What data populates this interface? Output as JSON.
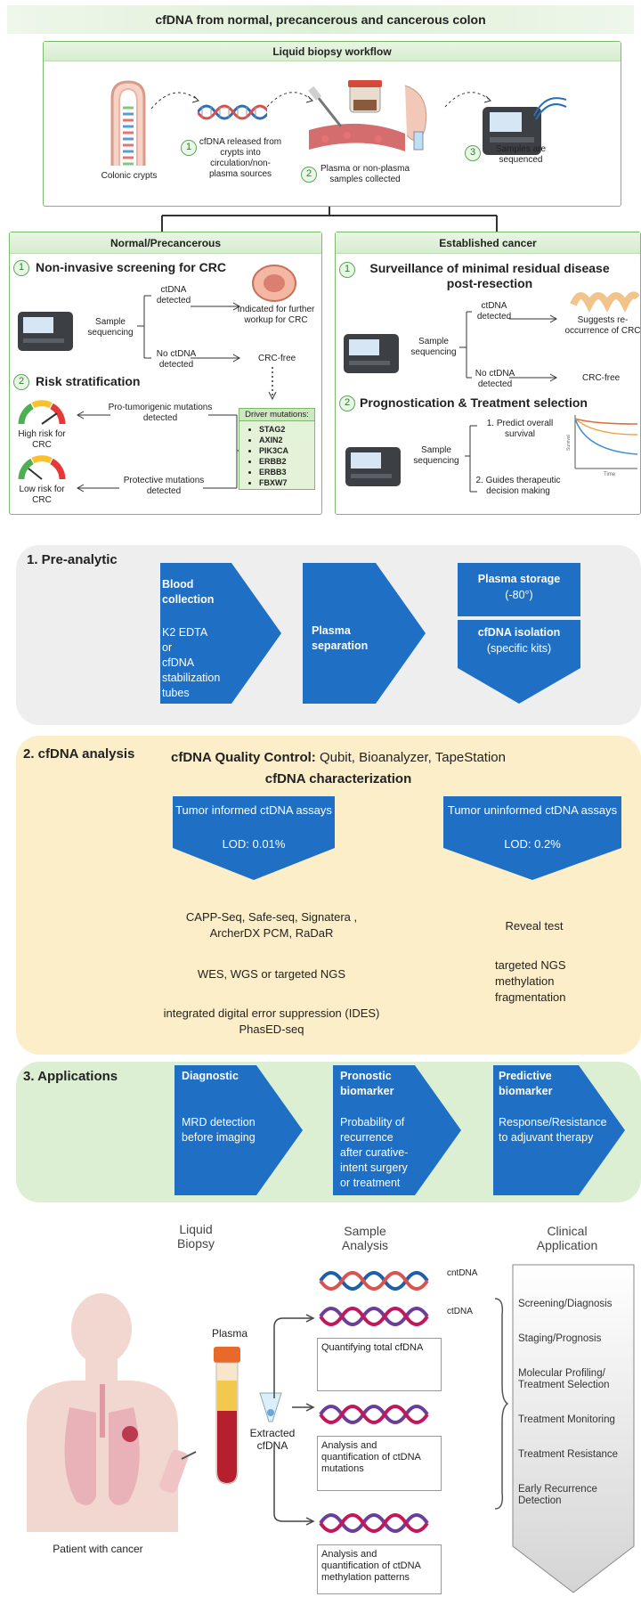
{
  "top": {
    "title": "cfDNA from normal, precancerous and cancerous colon",
    "workflow_title": "Liquid biopsy workflow",
    "colonic_crypts": "Colonic crypts",
    "step1": "cfDNA released from crypts into circulation/non-plasma sources",
    "step2": "Plasma or non-plasma samples collected",
    "step3": "Samples are sequenced",
    "n1": "1",
    "n2": "2",
    "n3": "3",
    "left_head": "Normal/Precancerous",
    "right_head": "Established cancer",
    "nis": "Non-invasive screening for CRC",
    "sample_seq": "Sample sequencing",
    "ctdna_detected": "ctDNA detected",
    "indicated": "Indicated for further workup for CRC",
    "no_ctdna": "No ctDNA detected",
    "crc_free": "CRC-free",
    "risk": "Risk stratification",
    "pro_tumor": "Pro-tumorigenic mutations detected",
    "protective": "Protective mutations detected",
    "high_risk": "High risk for CRC",
    "low_risk": "Low risk for CRC",
    "driver_title": "Driver mutations:",
    "drivers": [
      "STAG2",
      "AXIN2",
      "PIK3CA",
      "ERBB2",
      "ERBB3",
      "FBXW7"
    ],
    "surv": "Surveillance of minimal residual disease post-resection",
    "suggests": "Suggests re-occurrence of CRC",
    "prog": "Prognostication & Treatment selection",
    "predict": "1. Predict overall survival",
    "guides": "2. Guides therapeutic decision making",
    "survival_axis": "Survival",
    "time_axis": "Time"
  },
  "colors": {
    "panel1": "#eeeeee",
    "panel2": "#fbeec8",
    "panel3": "#dcefd3",
    "chevron": "#1f6fc4"
  },
  "s1": {
    "title": "1. Pre-analytic",
    "c1_head": "Blood collection",
    "c1_body": [
      "K2 EDTA",
      "or",
      "cfDNA",
      "stabilization",
      "tubes"
    ],
    "c2_head": "Plasma separation",
    "storage_head": "Plasma storage",
    "storage_sub": "(-80°)",
    "iso_head": "cfDNA isolation",
    "iso_sub": "(specific kits)"
  },
  "s2": {
    "title": "2. cfDNA analysis",
    "qc_bold": "cfDNA Quality Control:",
    "qc_rest": " Qubit, Bioanalyzer, TapeStation",
    "char": "cfDNA characterization",
    "informed": "Tumor informed ctDNA assays",
    "informed_lod": "LOD: 0.01%",
    "uninformed": "Tumor uninformed ctDNA assays",
    "uninformed_lod": "LOD: 0.2%",
    "left_l1": "CAPP-Seq, Safe-seq,  Signatera ,",
    "left_l2": "ArcherDX PCM, RaDaR",
    "left_l3": "WES, WGS or targeted NGS",
    "left_l4": "integrated digital error suppression (IDES)",
    "left_l5": "PhasED-seq",
    "right_l1": "Reveal test",
    "right_l2": "targeted NGS",
    "right_l3": "methylation",
    "right_l4": "fragmentation"
  },
  "s3": {
    "title": "3. Applications",
    "a1_head": "Diagnostic",
    "a1_body": [
      "MRD detection",
      "before imaging"
    ],
    "a2_head": [
      "Pronostic",
      "biomarker"
    ],
    "a2_body": [
      "Probability of",
      "recurrence",
      "after curative-",
      "intent surgery",
      "or treatment"
    ],
    "a3_head": [
      "Predictive",
      "biomarker"
    ],
    "a3_body": [
      "Response/Resistance",
      "to adjuvant therapy"
    ]
  },
  "bottom": {
    "col1": [
      "Liquid",
      "Biopsy"
    ],
    "col2": [
      "Sample",
      "Analysis"
    ],
    "col3": [
      "Clinical",
      "Application"
    ],
    "plasma": "Plasma",
    "extracted": [
      "Extracted",
      "cfDNA"
    ],
    "patient": "Patient with cancer",
    "cnt": "cntDNA",
    "ct": "ctDNA",
    "box1": "Quantifying total cfDNA",
    "box2": [
      "Analysis and",
      "quantification of ctDNA",
      "mutations"
    ],
    "box3": [
      "Analysis and",
      "quantification of ctDNA",
      "methylation patterns"
    ],
    "apps": [
      "Screening/Diagnosis",
      "Staging/Prognosis",
      "Molecular Profiling/",
      "Treatment Selection",
      "Treatment Monitoring",
      "Treatment Resistance",
      "Early Recurrence",
      "Detection"
    ]
  }
}
